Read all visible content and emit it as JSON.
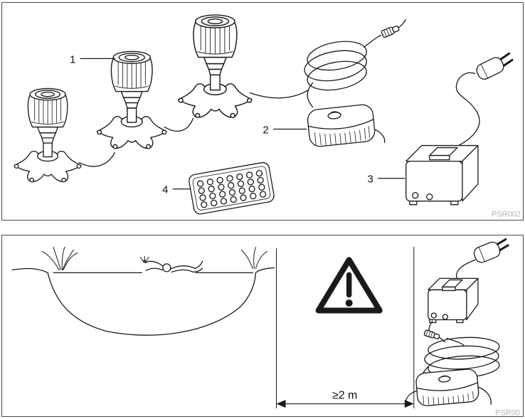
{
  "figure": {
    "top_panel": {
      "callouts": [
        {
          "label": "1"
        },
        {
          "label": "2"
        },
        {
          "label": "3"
        },
        {
          "label": "4"
        }
      ],
      "watermark": "PSR002"
    },
    "bottom_panel": {
      "dimension_label": "≥2 m",
      "watermark": "PSR00"
    },
    "colors": {
      "line": "#1a1a1a",
      "watermark": "#b3b3b3",
      "background": "#ffffff"
    },
    "icons": {
      "warning": "warning-triangle-exclamation"
    }
  }
}
